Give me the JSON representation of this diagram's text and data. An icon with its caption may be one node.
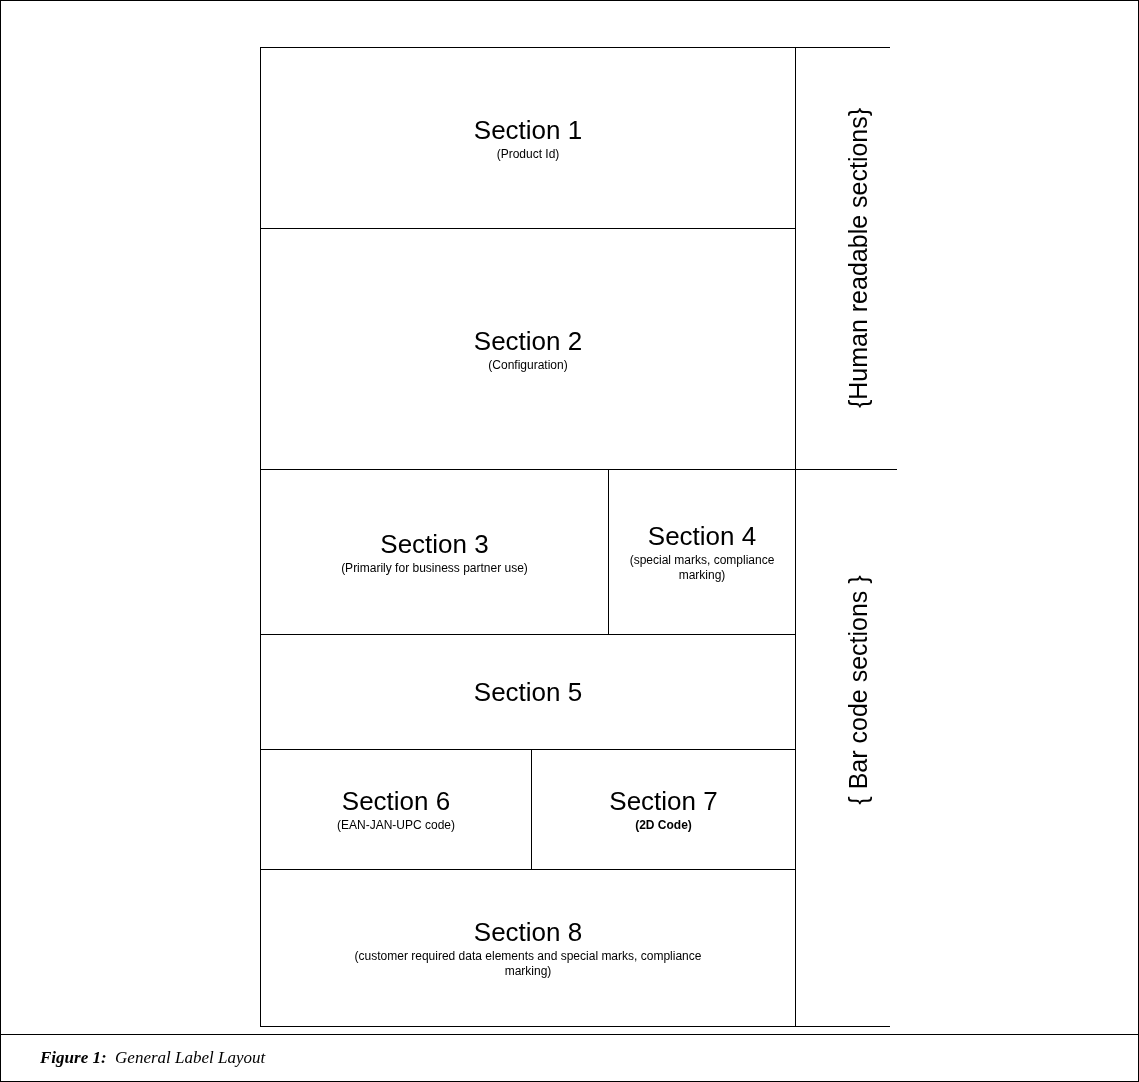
{
  "diagram": {
    "caption": "**Figure 1:**  General Label Layout",
    "nodes": [
      {
        "text": [
          "Section 1",
          "(Product Id)"
        ]
      },
      {
        "text": [
          "Section 2",
          "(Configuration)"
        ]
      },
      {
        "text": [
          "Section 3",
          "(Primarily for business partner use)"
        ]
      },
      {
        "text": [
          "Section 4",
          "(special marks, compliance marking)"
        ]
      },
      {
        "text": [
          "Section 5"
        ]
      },
      {
        "text": [
          "Section 6",
          "(EAN-JAN-UPC code)"
        ]
      },
      {
        "text": [
          "Section 7",
          "(2D Code)"
        ]
      },
      {
        "text": [
          "Section 8",
          "(customer required data elements and special marks, compliance marking)"
        ]
      }
    ],
    "edges": [],
    "labels": [
      "{Human readable sections}",
      "{ Bar code sections }"
    ]
  }
}
